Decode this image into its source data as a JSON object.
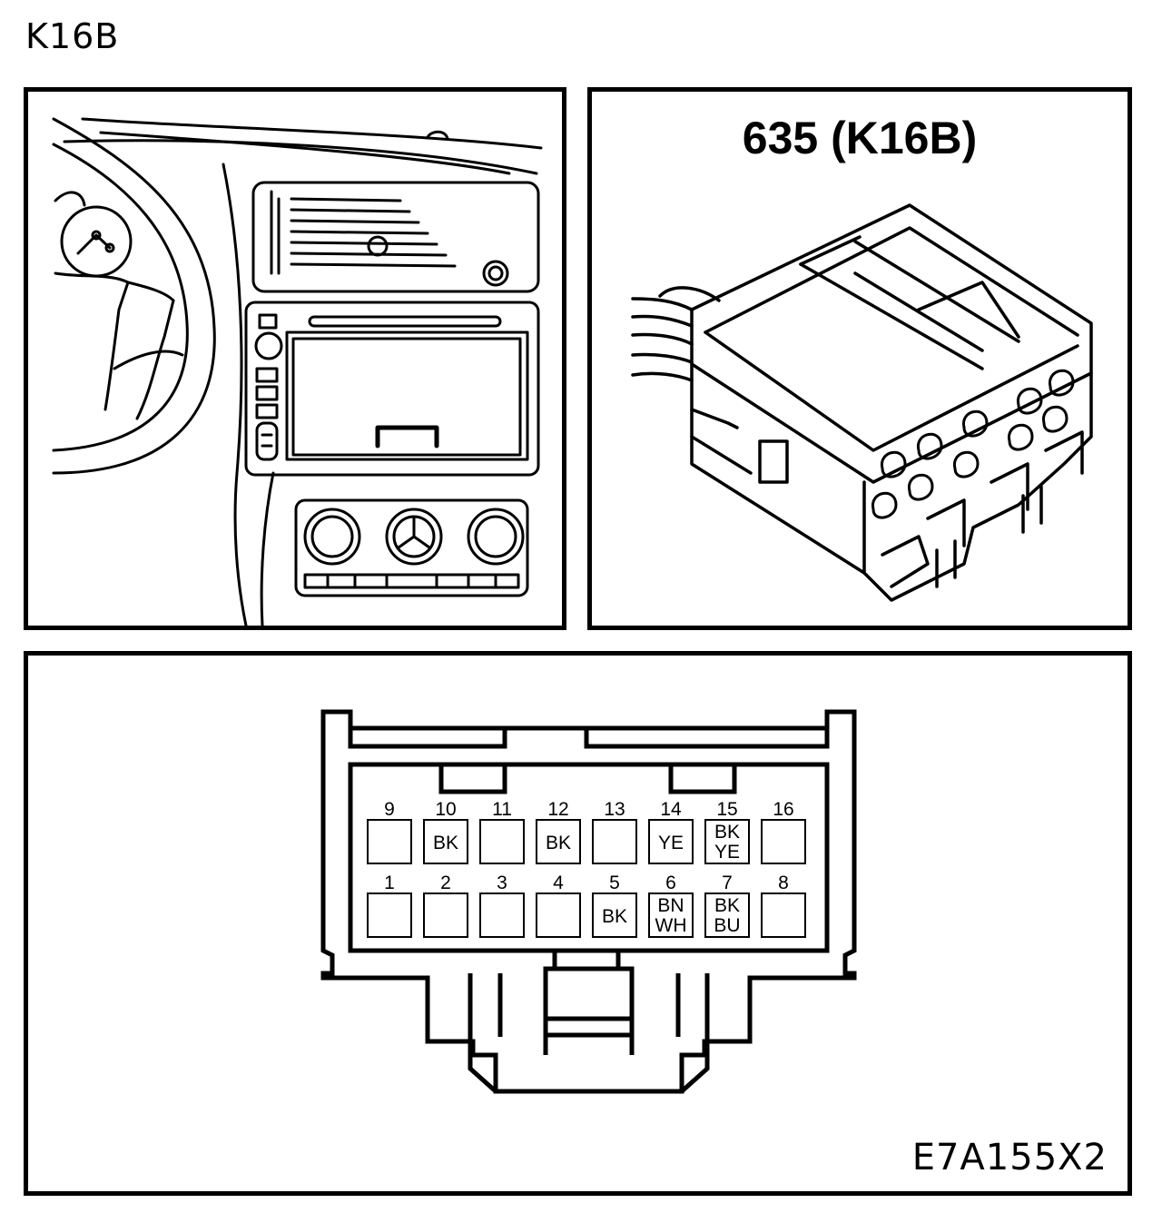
{
  "page": {
    "label": "K16B"
  },
  "connector": {
    "title": "635 (K16B)"
  },
  "diagram_code": "E7A155X2",
  "pins": {
    "top_row": [
      {
        "num": "9",
        "colors": []
      },
      {
        "num": "10",
        "colors": [
          "BK"
        ]
      },
      {
        "num": "11",
        "colors": []
      },
      {
        "num": "12",
        "colors": [
          "BK"
        ]
      },
      {
        "num": "13",
        "colors": []
      },
      {
        "num": "14",
        "colors": [
          "YE"
        ]
      },
      {
        "num": "15",
        "colors": [
          "BK",
          "YE"
        ]
      },
      {
        "num": "16",
        "colors": []
      }
    ],
    "bottom_row": [
      {
        "num": "1",
        "colors": []
      },
      {
        "num": "2",
        "colors": []
      },
      {
        "num": "3",
        "colors": []
      },
      {
        "num": "4",
        "colors": []
      },
      {
        "num": "5",
        "colors": [
          "BK"
        ]
      },
      {
        "num": "6",
        "colors": [
          "BN",
          "WH"
        ]
      },
      {
        "num": "7",
        "colors": [
          "BK",
          "BU"
        ]
      },
      {
        "num": "8",
        "colors": []
      }
    ]
  }
}
